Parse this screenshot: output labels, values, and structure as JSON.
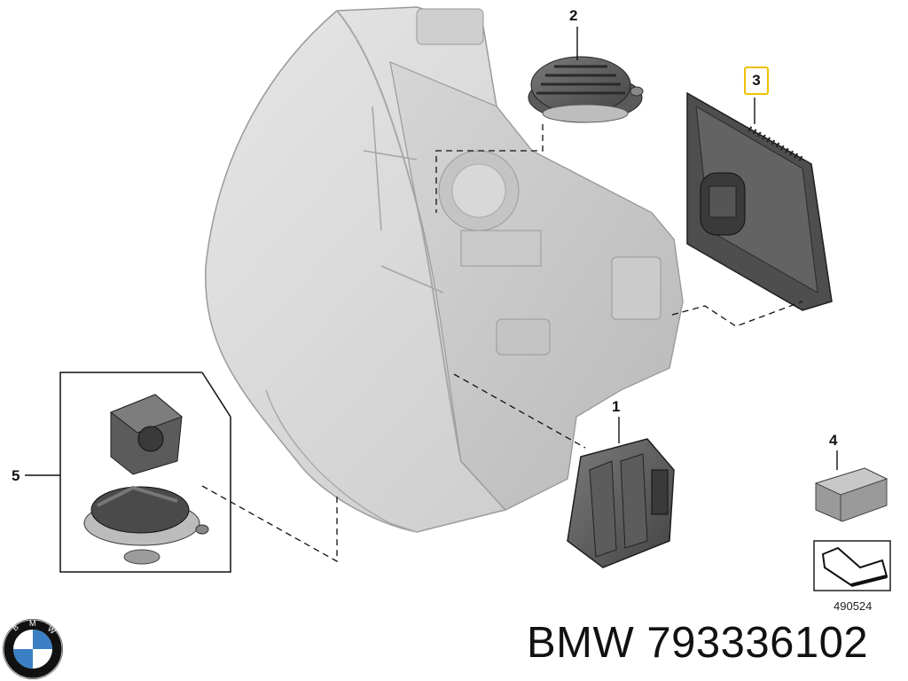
{
  "callouts": {
    "part_1": "1",
    "part_2": "2",
    "part_3": "3",
    "part_4": "4",
    "part_5": "5"
  },
  "highlight_color": "#f0c000",
  "diagram_id": "490524",
  "logo": {
    "icon": "bmw-roundel-icon",
    "lettering": "BMW",
    "colors": {
      "blue": "#3a7fc4",
      "black": "#111111",
      "white": "#ffffff"
    }
  },
  "part_caption": "BMW 793336102"
}
